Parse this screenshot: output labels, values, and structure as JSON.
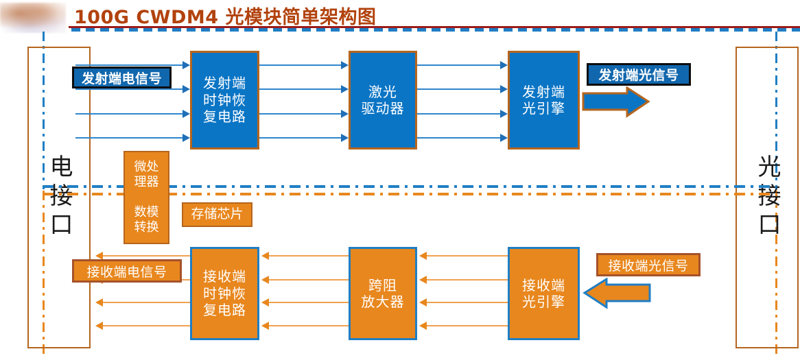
{
  "header": {
    "title_en": "100G CWDM4",
    "title_cn": "光模块简单架构图",
    "logo_alt": "blurred-logo"
  },
  "interfaces": {
    "left": {
      "label": "电接口"
    },
    "right": {
      "label": "光接口"
    }
  },
  "transmit_path": {
    "input_callout": "发射端电信号",
    "output_callout": "发射端光信号",
    "blocks": [
      {
        "id": "tx-cdr",
        "label": "发射端\n时钟恢\n复电路"
      },
      {
        "id": "laser-driver",
        "label": "激光\n驱动器"
      },
      {
        "id": "tx-optical-engine",
        "label": "发射端\n光引擎"
      }
    ]
  },
  "receive_path": {
    "output_callout": "接收端电信号",
    "input_callout": "接收端光信号",
    "blocks": [
      {
        "id": "rx-cdr",
        "label": "接收端\n时钟恢\n复电路"
      },
      {
        "id": "tia",
        "label": "跨阻\n放大器"
      },
      {
        "id": "rx-optical-engine",
        "label": "接收端\n光引擎"
      }
    ]
  },
  "control_section": {
    "mcu_top": "微处\n理器",
    "mcu_bottom": "数模\n转换",
    "memory": "存储芯片"
  },
  "colors": {
    "blue": "#0b75c5",
    "orange": "#e8871e",
    "title_text": "#b2420d",
    "rule_red": "#9c1a1a",
    "border_brown": "#b5651d",
    "border_blue": "#1f7ec4"
  },
  "lane_count": 4
}
